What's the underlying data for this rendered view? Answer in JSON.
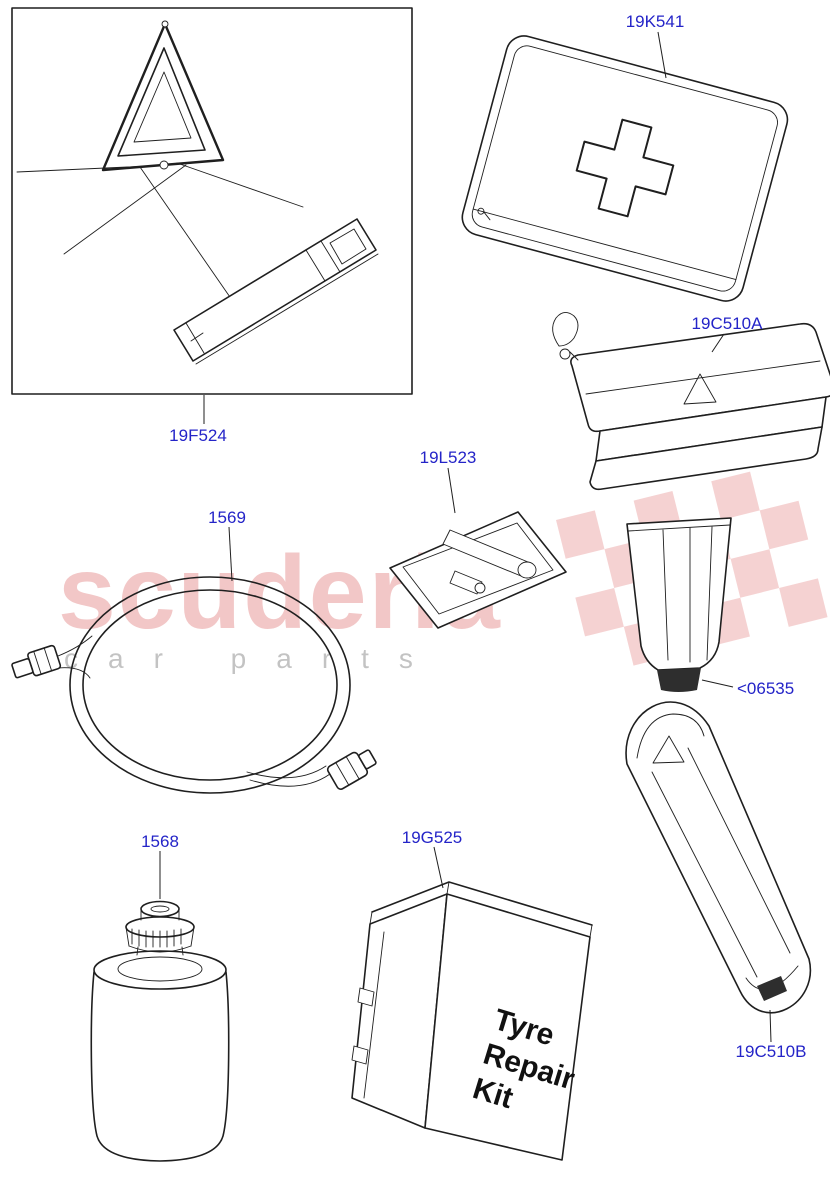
{
  "watermark": {
    "brand": "scuderia",
    "tagline": "car parts",
    "accent_color": "#d95c5c"
  },
  "parts": {
    "triangle_kit_box": {
      "label": "19F524"
    },
    "first_aid_kit": {
      "label": "19K541"
    },
    "triangle_case_top": {
      "label": "19C510A"
    },
    "jack_handle_tool": {
      "label": "19L523"
    },
    "inflation_hose": {
      "label": "1569"
    },
    "sealant_tube": {
      "label": "<06535"
    },
    "sealant_bottle": {
      "label": "1568"
    },
    "tyre_repair_kit": {
      "label": "19G525",
      "box_text_lines": [
        "Tyre",
        "Repair",
        "Kit"
      ]
    },
    "triangle_case_bottom": {
      "label": "19C510B"
    }
  }
}
